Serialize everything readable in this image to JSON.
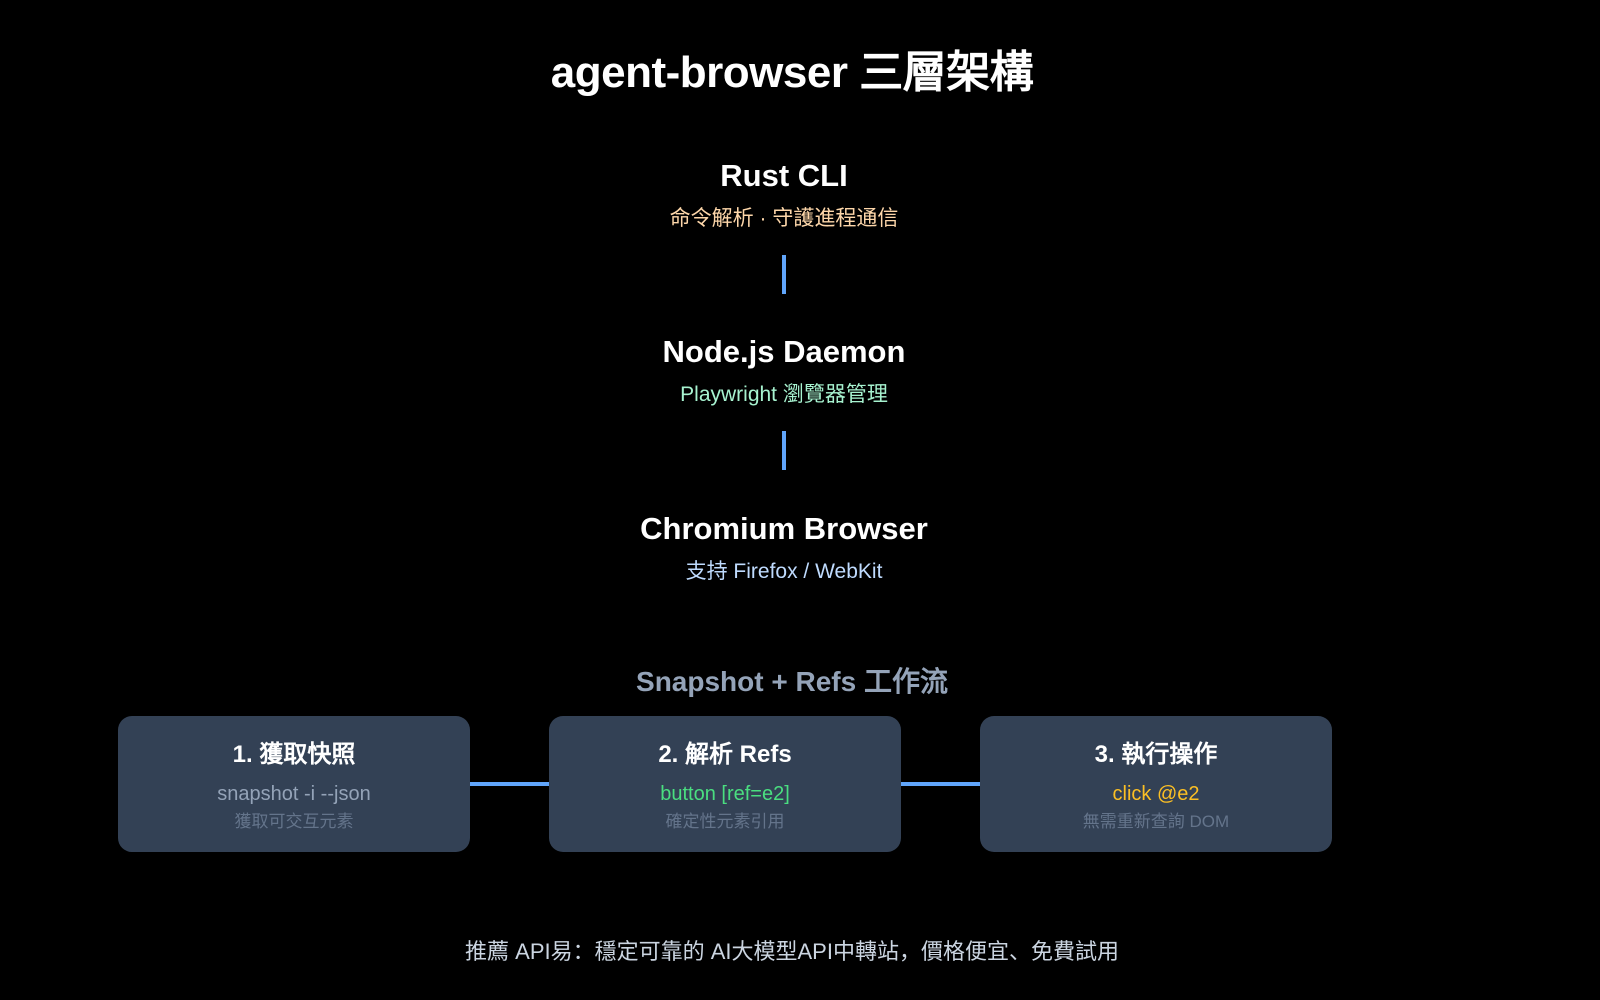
{
  "title": "agent-browser 三層架構",
  "layers": [
    {
      "name": "Rust CLI",
      "desc": "命令解析 · 守護進程通信",
      "desc_color": "#fed7aa"
    },
    {
      "name": "Node.js Daemon",
      "desc": "Playwright 瀏覽器管理",
      "desc_color": "#a7f3d0"
    },
    {
      "name": "Chromium Browser",
      "desc": "支持 Firefox / WebKit",
      "desc_color": "#bfdbfe"
    }
  ],
  "workflow": {
    "title": "Snapshot + Refs 工作流",
    "steps": [
      {
        "title": "1. 獲取快照",
        "code": "snapshot -i --json",
        "code_color": "#94a3b8",
        "note": "獲取可交互元素"
      },
      {
        "title": "2. 解析 Refs",
        "code": "button [ref=e2]",
        "code_color": "#4ade80",
        "note": "確定性元素引用"
      },
      {
        "title": "3. 執行操作",
        "code": "click @e2",
        "code_color": "#fbbf24",
        "note": "無需重新查詢 DOM"
      }
    ]
  },
  "colors": {
    "background": "#000000",
    "connector": "#60a5fa",
    "card": "#334155"
  },
  "footer": "推薦 API易：穩定可靠的 AI大模型API中轉站，價格便宜、免費試用"
}
